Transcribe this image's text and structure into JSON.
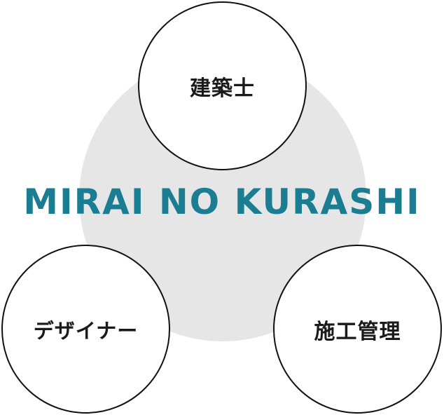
{
  "brand": {
    "text": "MIRAI NO KURASHI",
    "color": "#1b7d92"
  },
  "roles": [
    {
      "label": "建築士"
    },
    {
      "label": "デザイナー"
    },
    {
      "label": "施工管理"
    }
  ],
  "colors": {
    "background_circle": "#e6e6e6",
    "role_circle_border": "#111111",
    "role_circle_fill": "#ffffff",
    "role_text": "#1a1a1a"
  }
}
